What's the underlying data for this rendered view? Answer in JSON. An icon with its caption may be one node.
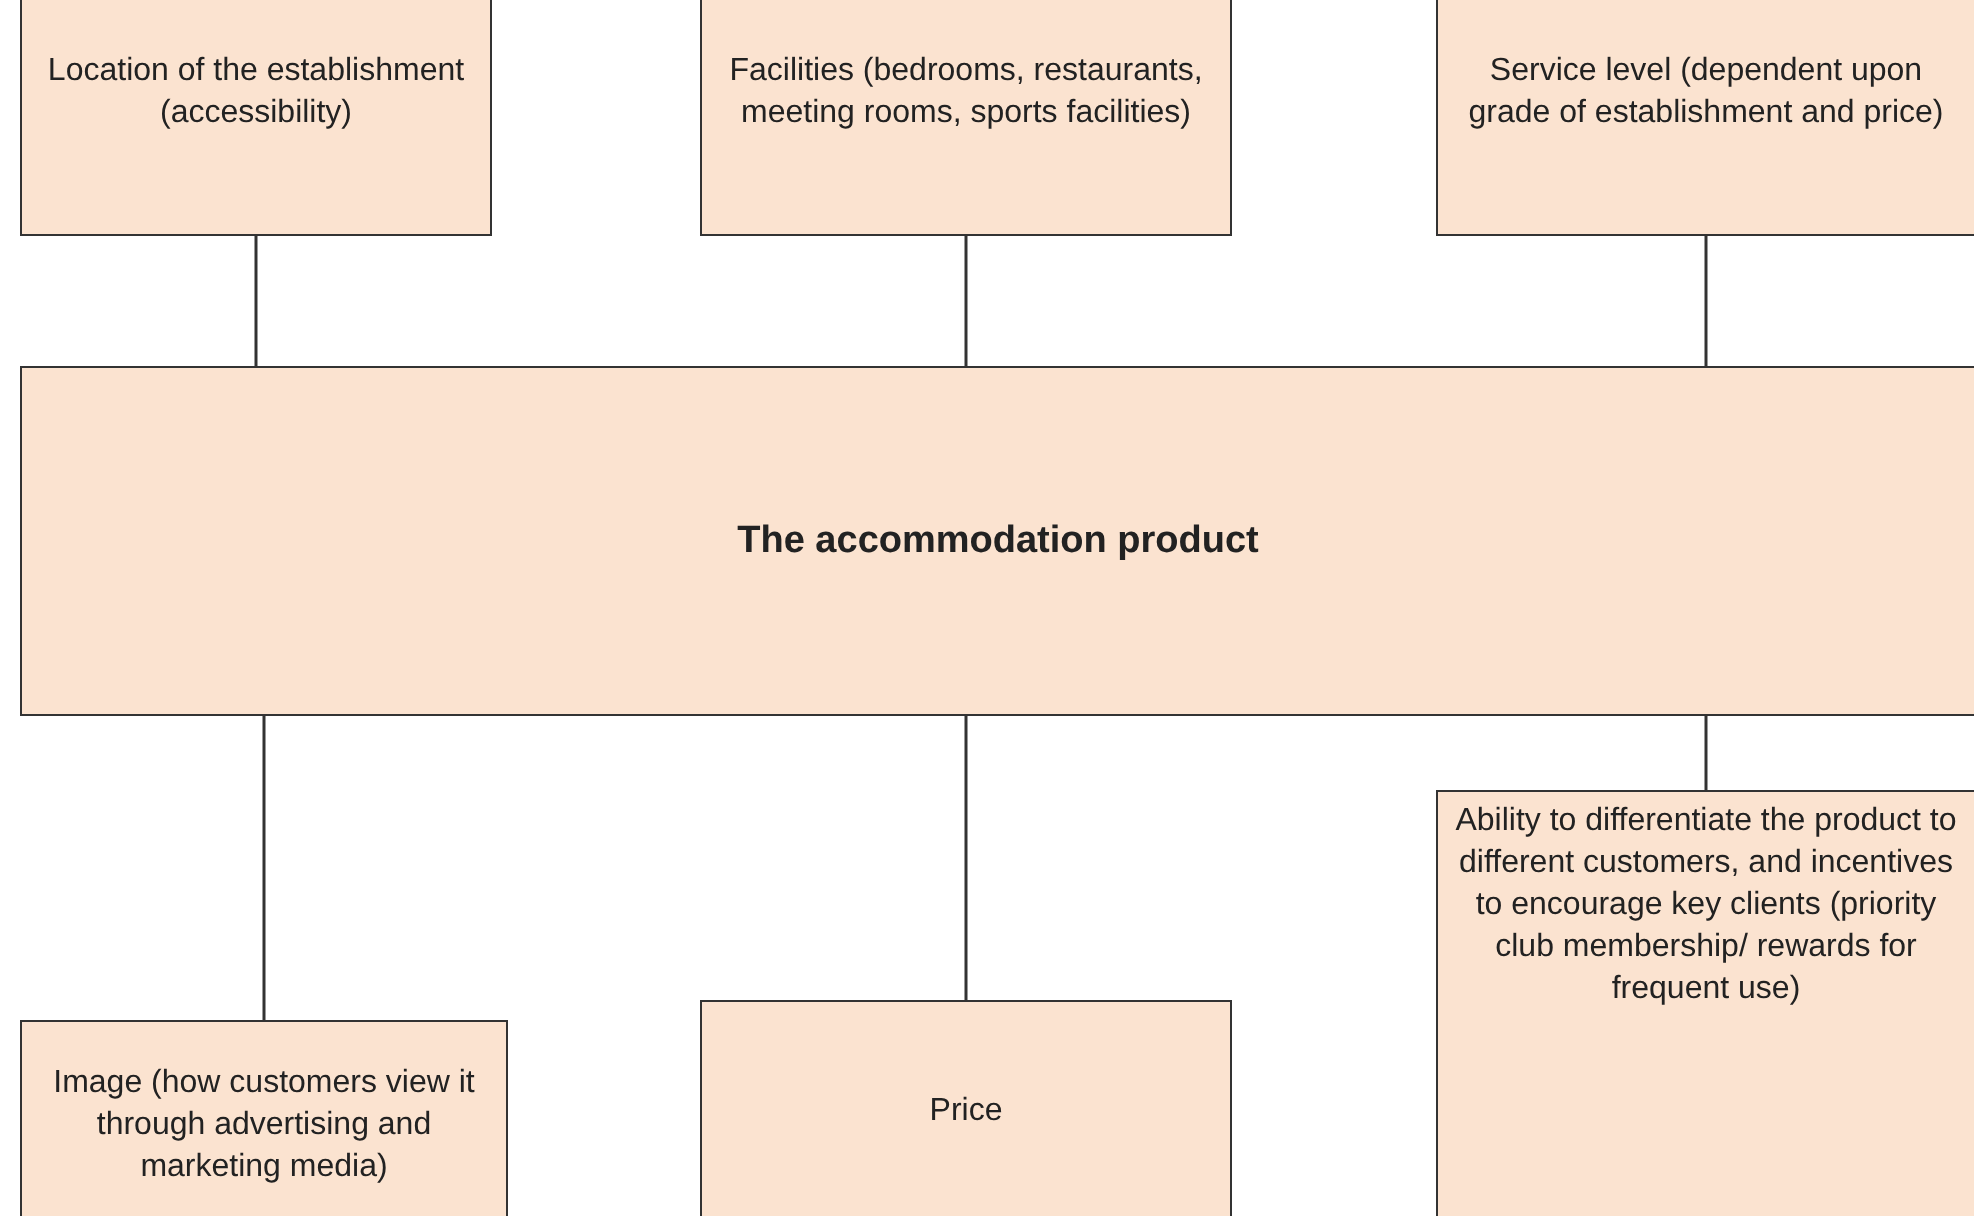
{
  "diagram": {
    "nodes": [
      {
        "text": [
          "Location of the establishment (accessibility)"
        ]
      },
      {
        "text": [
          "Facilities (bedrooms, restaurants, meeting rooms, sports facilities)"
        ]
      },
      {
        "text": [
          "Service level (dependent upon grade of establishment and price)"
        ]
      },
      {
        "text": [
          "The accommodation product"
        ]
      },
      {
        "text": [
          "Image (how customers view it through advertising and marketing media)"
        ]
      },
      {
        "text": [
          "Price"
        ]
      },
      {
        "text": [
          "Ability to differentiate the product to different customers, and incentives to encourage key clients (priority club membership/ rewards for frequent use)"
        ]
      }
    ],
    "edges": [
      {
        "from": 0,
        "to": 3,
        "arrow": "none"
      },
      {
        "from": 1,
        "to": 3,
        "arrow": "none"
      },
      {
        "from": 2,
        "to": 3,
        "arrow": "none"
      },
      {
        "from": 3,
        "to": 4,
        "arrow": "none"
      },
      {
        "from": 3,
        "to": 5,
        "arrow": "none"
      },
      {
        "from": 3,
        "to": 6,
        "arrow": "none"
      }
    ]
  }
}
